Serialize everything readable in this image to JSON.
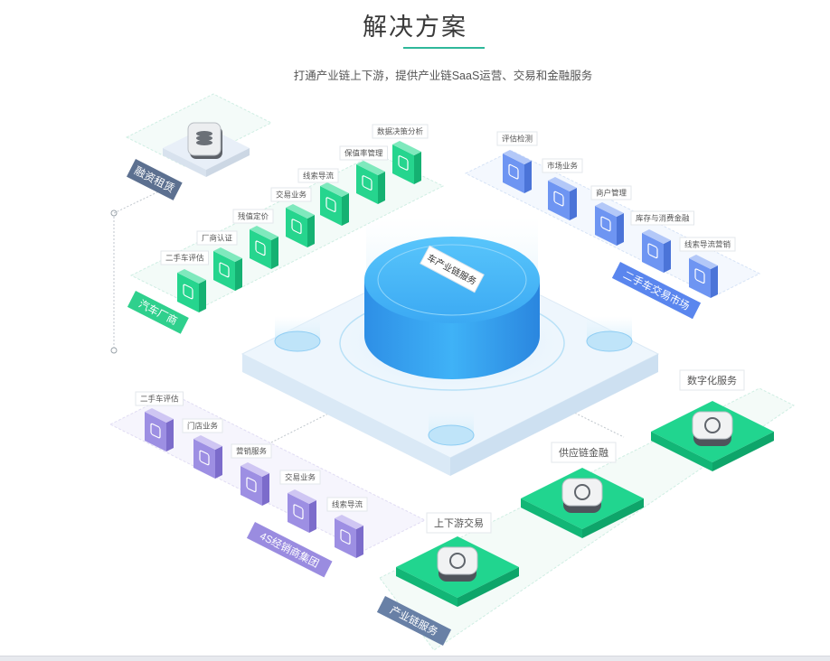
{
  "header": {
    "title": "解决方案",
    "subtitle": "打通产业链上下游，提供产业链SaaS运营、交易和金融服务"
  },
  "center": {
    "label": "车产业链服务"
  },
  "groups": {
    "rent": {
      "title": "融资租赁"
    },
    "oem": {
      "title": "汽车厂商",
      "items": [
        "二手车评估",
        "厂商认证",
        "残值定价",
        "交易业务",
        "线索导流",
        "保值率管理",
        "数据决策分析"
      ]
    },
    "market": {
      "title": "二手车交易市场",
      "items": [
        "评估检测",
        "市场业务",
        "商户管理",
        "库存与消费金融",
        "线索导流营销"
      ]
    },
    "dealer": {
      "title": "4S经销商集团",
      "items": [
        "二手车评估",
        "门店业务",
        "营销服务",
        "交易业务",
        "线索导流"
      ]
    },
    "chain": {
      "title": "产业链服务",
      "items": [
        "上下游交易",
        "供应链金融",
        "数字化服务"
      ]
    }
  },
  "colors": {
    "accent": "#2fb89a",
    "green": "#1fd18c",
    "blue": "#5f8cf0",
    "purple": "#9b8ce0",
    "platform": "#eef6fd",
    "cylinder": "#3aa8f2"
  }
}
